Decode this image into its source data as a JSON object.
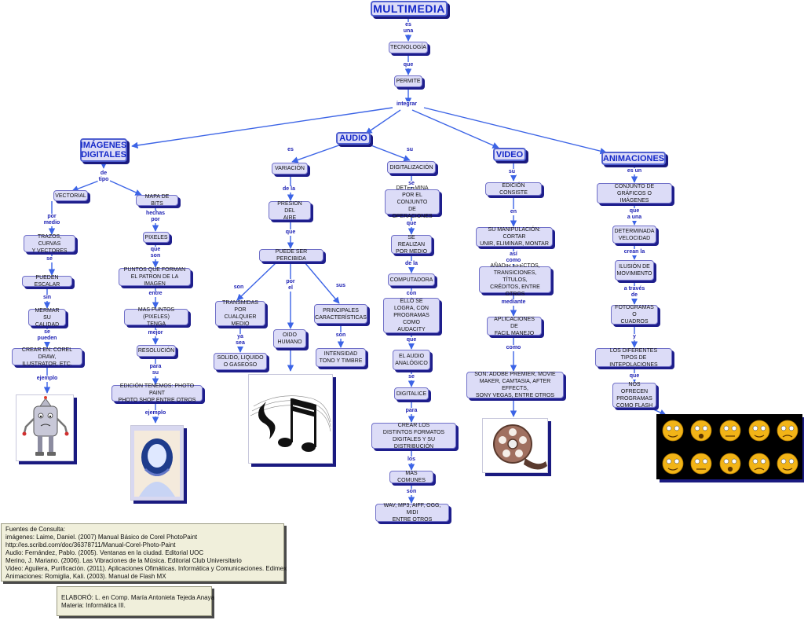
{
  "nodes": {
    "multimedia": "MULTIMEDIA",
    "tecnologia": "TECNOLOGÍA",
    "permite": "PERMITE",
    "imagenes": "IMÁGENES\nDIGITALES",
    "audio": "AUDIO",
    "video": "VIDEO",
    "animaciones": "ANIMACIONES",
    "vectorial": "VECTORIAL",
    "mapa_bits": "MAPA DE BITS",
    "trazos": "TRAZOS, CURVAS\nY VECTORES",
    "pueden_escalar": "PUEDEN ESCALAR",
    "mermar": "MERMAR\nSU CALIDAD",
    "crear_corel": "CREAR EN: COREL DRAW,\nILUSTRATOR, ETC.",
    "pixeles": "PIXELES",
    "puntos_forman": "PUNTOS QUE FORMAN\nEL PATRON DE LA IMAGEN",
    "mas_puntos": "MAS PUNTOS (PIXELES)\nTENGA",
    "resolucion": "RESOLUCIÓN",
    "edicion_photo": "EDICIÓN TENEMOS: PHOTO PAINT\nPHOTO SHOP ENTRE OTROS",
    "variacion": "VARIACIÓN",
    "presion_aire": "PRESION DEL\nAIRE",
    "puede_percibida": "PUEDE SER PERCIBIDA",
    "transmidas": "TRANSMIDAS\nPOR CUALQUIER\nMEDIO",
    "solido": "SOLIDO, LIQUIDO\nO GASEOSO",
    "oido": "OIDO\nHUMANO",
    "principales": "PRINCIPALES\nCARACTERÍSTICAS",
    "intensidad": "INTENSIDAD\nTONO Y TIMBRE",
    "digitalizacion": "DIGITALIZACIÓN",
    "determina": "DETERMINA\nPOR EL CONJUNTO\nDE OPERACIONES",
    "se_realizan": "SE REALIZAN\nPOR MEDIO",
    "computadora": "COMPUTADORA",
    "ello_logra": "ELLO SE\nLOGRA, CON\nPROGRAMAS COMO\nAUDACITY",
    "audio_analogico": "EL AUDIO\nANALÓGICO",
    "digitalice": "DIGITALICE",
    "crear_formatos": "CREAR LOS\nDISTINTOS FORMATOS\nDIGITALES Y SU DISTRIBUCIÓN",
    "mas_comunes": "MAS COMUNES",
    "wav": "WAV, MP3, AIFF, OGG, MIDI\nENTRE OTROS",
    "edicion_consiste": "EDICIÓN CONSISTE",
    "su_manipulacion": "SU MANIPULACIÓN: CORTAR\nUNIR, ELIMINAR, MONTAR",
    "anadir": "AÑADIR EFECTOS,\nTRANSICIONES, TÍTULOS,\nCRÉDITOS, ENTRE OTROS",
    "aplicaciones": "APLICACIONES DE\nFACIL MANEJO",
    "son_adobe": "SON: ADOBE PREMIER, MOVIE\nMAKER, CAMTASIA, AFTER EFFECTS,\nSONY VEGAS, ENTRE OTROS",
    "conjunto_graficos": "CONJUNTO DE GRÁFICOS O\nIMÁGENES",
    "determinada_vel": "DETERMINADA\nVELOCIDAD",
    "ilusion": "ILUSIÓN DE\nMOVIMIENTO",
    "fotogramas": "FOTOGRAMAS O\nCUADROS",
    "diferentes_tipos": "LOS DIFERENTES\nTIPOS DE INTEPOLACIONES",
    "nos_ofrecen": "NOS OFRECEN\nPROGRAMAS\nCOMO FLASH"
  },
  "links": {
    "es_una": "es\nuna",
    "que": "que",
    "integrar": "integrar",
    "de_tipo": "de\ntipo",
    "por_medio": "por\nmedio",
    "se": "se",
    "sin": "sin",
    "se_pueden": "se\npueden",
    "ejemplo": "ejemplo",
    "hechas_por": "hechas\npor",
    "que_son": "que\nson",
    "entre": "entre",
    "mejor": "mejor",
    "para_su": "para\nsu",
    "ejemplo2": "ejemplo",
    "es": "es",
    "de_la": "de la",
    "que2": "que",
    "son": "son",
    "por_el": "por\nel",
    "sus": "sus",
    "ya_sea": "ya\nsea",
    "son2": "son",
    "su": "su",
    "se2": "se",
    "que3": "que",
    "de_la2": "de la",
    "con": "con",
    "que4": "que",
    "se3": "se",
    "para": "para",
    "los": "los",
    "son3": "son",
    "su2": "su",
    "en": "en",
    "asi_como": "así\ncomo",
    "mediante": "mediante",
    "como": "como",
    "es_un": "es un",
    "que_a_una": "que\na una",
    "crean_la": "crean la",
    "a_traves_de": "a través\nde",
    "y": "y",
    "que5": "que"
  },
  "sources": [
    "Fuentes de Consulta:",
    "imágenes: Laime, Daniel. (2007) Manual Básico de Corel PhotoPaint",
    " http://es.scribd.com/doc/36378711/Manual-Corel-Photo-Paint",
    "Audio: Fernández, Pablo. (2005). Ventanas en la ciudad. Editorial UOC",
    "Merino, J. Mariano. (2006). Las Vibraciones de la Música. Editorial Club Universitario",
    "Video: Aguilera, Purificación. (2011). Aplicaciones Ofimáticas. Informática y Comunicaciones. Edimex",
    "Animaciones: Romiglia, Kali. (2003). Manual  de Flash MX"
  ],
  "author": [
    "ELABORÓ: L. en Comp. María Antonieta Tejeda Anaya",
    "Materia: Informática III."
  ],
  "colors": {
    "edge": "#3c64e6",
    "node_fill": "#dcdcf7",
    "node_shadow": "#1e1e8c",
    "label": "#1e22b4",
    "title": "#1428c8"
  }
}
